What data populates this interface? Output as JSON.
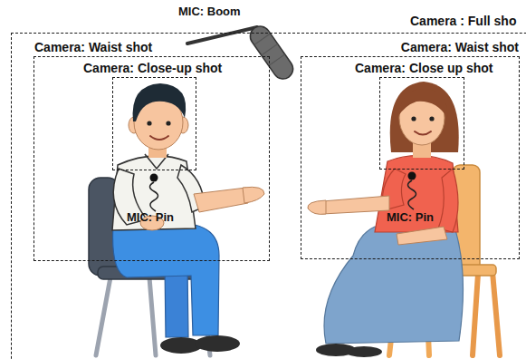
{
  "diagram": {
    "nodes": [
      {
        "text": [
          "Camera : Full sho"
        ]
      },
      {
        "text": [
          "Camera: Waist shot"
        ],
        "in": 0
      },
      {
        "text": [
          "Camera: Close-up shot"
        ],
        "in": 1
      },
      {
        "text": [
          "Camera: Waist shot"
        ],
        "in": 0
      },
      {
        "text": [
          "Camera: Close up shot"
        ],
        "in": 3
      }
    ],
    "labels": [
      "MIC: Boom",
      "MIC: Pin",
      "MIC: Pin"
    ]
  }
}
